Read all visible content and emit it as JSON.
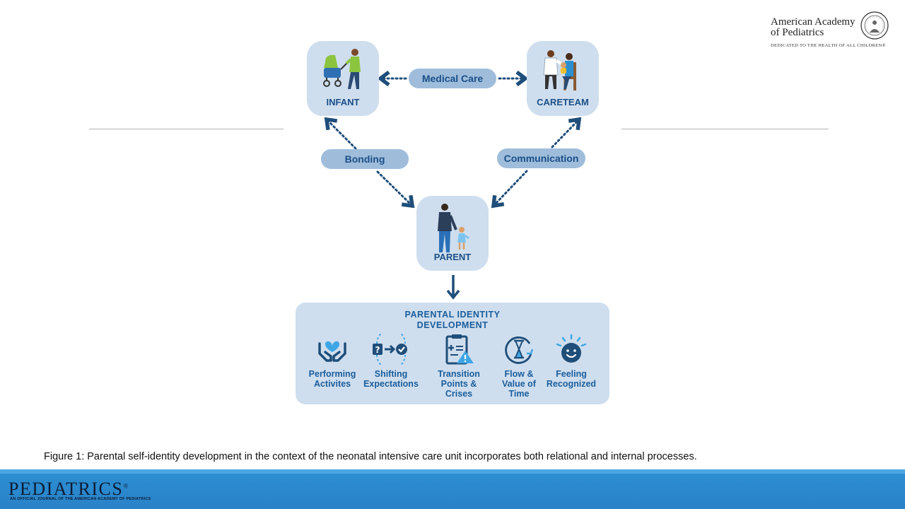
{
  "header": {
    "org_name_line1": "American Academy",
    "org_name_line2": "of Pediatrics",
    "org_tagline": "DEDICATED TO THE HEALTH OF ALL CHILDREN®"
  },
  "diagram": {
    "nodes": {
      "infant": "INFANT",
      "careteam": "CARETEAM",
      "parent": "PARENT"
    },
    "edges": {
      "medical_care": "Medical Care",
      "bonding": "Bonding",
      "communication": "Communication"
    },
    "identity": {
      "title_line1": "PARENTAL IDENTITY",
      "title_line2": "DEVELOPMENT",
      "items": [
        {
          "line1": "Performing",
          "line2": "Activites",
          "line3": "",
          "icon": "hands-heart-icon"
        },
        {
          "line1": "Shifting",
          "line2": "Expectations",
          "line3": "",
          "icon": "question-arrow-check-icon"
        },
        {
          "line1": "Transition",
          "line2": "Points & Crises",
          "line3": "",
          "icon": "clipboard-warning-icon"
        },
        {
          "line1": "Flow &",
          "line2": "Value of",
          "line3": "Time",
          "icon": "hourglass-cycle-icon"
        },
        {
          "line1": "Feeling",
          "line2": "Recognized",
          "line3": "",
          "icon": "smiley-icon"
        }
      ]
    },
    "colors": {
      "node_bg": "#cfdeee",
      "pill_bg": "#9fbddb",
      "text_blue": "#1a4f88",
      "arrow": "#1f4e7a"
    }
  },
  "caption": "Figure 1: Parental self-identity development in the context of the neonatal intensive care unit incorporates both relational and internal processes.",
  "footer": {
    "brand": "PEDIATRICS",
    "brand_mark": "®",
    "brand_sub": "AN OFFICIAL JOURNAL OF THE AMERICAN ACADEMY OF PEDIATRICS"
  }
}
